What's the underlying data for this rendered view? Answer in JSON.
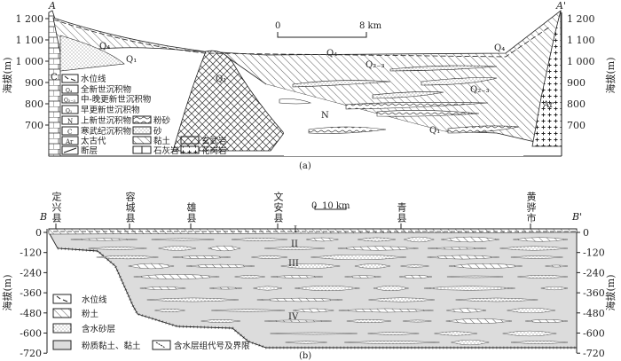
{
  "panel_a": {
    "caption": "(a)",
    "section_start": "A",
    "section_end": "A'",
    "y_axis_label": "海拔(m)",
    "y_ticks": [
      "1 200",
      "1 100",
      "1 000",
      "900",
      "800",
      "700"
    ],
    "scale_bar": {
      "start": "0",
      "end": "8 km"
    },
    "unit_labels": {
      "q4_left": "Q₄",
      "q1_left": "Q₁",
      "q4_mid": "Q₄",
      "q23_mid": "Q₂₋₃",
      "q4_right": "Q₄",
      "q23_right": "Q₂₋₃",
      "q1_basalt": "Q₁",
      "n": "N",
      "q1_bottom": "Q₁",
      "ar": "Ar",
      "c_left": "C"
    },
    "legend": [
      {
        "code": "",
        "label": "水位线",
        "icon": "water-level-icon"
      },
      {
        "code": "Q₄",
        "label": "全新世沉积物"
      },
      {
        "code": "Q₂₋₃",
        "label": "中-晚更新世沉积物"
      },
      {
        "code": "Q₁",
        "label": "早更新世沉积物"
      },
      {
        "code": "N",
        "label": "上新世沉积物"
      },
      {
        "code": "C",
        "label": "寒武纪沉积物"
      },
      {
        "code": "Ar",
        "label": "太古代"
      },
      {
        "code": "",
        "label": "断层",
        "icon": "fault-icon"
      }
    ],
    "legend_lithology": [
      {
        "label": "粉砂",
        "pattern": "silt"
      },
      {
        "label": "砂",
        "pattern": "sand"
      },
      {
        "label": "黏土",
        "pattern": "clay"
      },
      {
        "label": "石灰岩",
        "pattern": "limestone"
      },
      {
        "label": "玄武岩",
        "pattern": "basalt"
      },
      {
        "label": "花岗岩",
        "pattern": "granite"
      }
    ]
  },
  "panel_b": {
    "caption": "(b)",
    "section_start": "B",
    "section_end": "B'",
    "y_axis_label": "海拔(m)",
    "y_ticks": [
      "0",
      "-120",
      "-240",
      "-360",
      "-480",
      "-600",
      "-720"
    ],
    "scale_bar": {
      "start": "0",
      "end": "10 km"
    },
    "towns": [
      "定兴县",
      "容城县",
      "雄县",
      "文安县",
      "青县",
      "黄骅市"
    ],
    "aquifer_groups": [
      "I",
      "II",
      "III",
      "IV"
    ],
    "legend": [
      {
        "label": "水位线"
      },
      {
        "label": "粉土"
      },
      {
        "label": "含水砂层"
      },
      {
        "label": "粉质黏土、黏土"
      },
      {
        "label": "含水层组代号及界限"
      }
    ]
  },
  "colors": {
    "ink": "#222222",
    "clay_fill": "#dcdcdc",
    "background": "#ffffff"
  }
}
